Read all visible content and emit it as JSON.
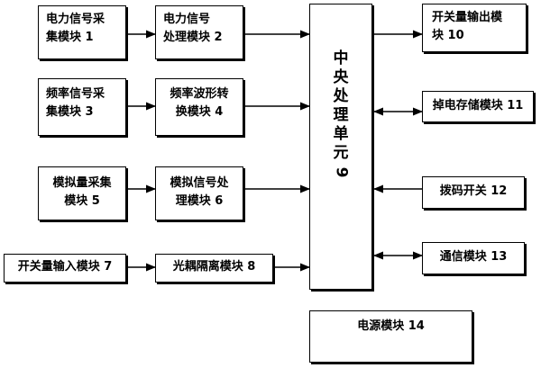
{
  "blocks": {
    "b1": "电力信号采\n集模块 1",
    "b2": "电力信号\n处理模块 2",
    "b3": "频率信号采\n集模块 3",
    "b4": "频率波形转\n换模块 4",
    "b5": "模拟量采集\n模块 5",
    "b6": "模拟信号处\n理模块 6",
    "b7": "开关量输入模块 7",
    "b8": "光耦隔离模块 8",
    "b10": "开关量输出模\n块 10",
    "b11": "掉电存储模块 11",
    "b12": "拨码开关 12",
    "b13": "通信模块 13",
    "b14": "电源模块 14"
  },
  "cpu": {
    "chars": [
      "中",
      "央",
      "处",
      "理",
      "单",
      "元"
    ],
    "number": "9"
  }
}
